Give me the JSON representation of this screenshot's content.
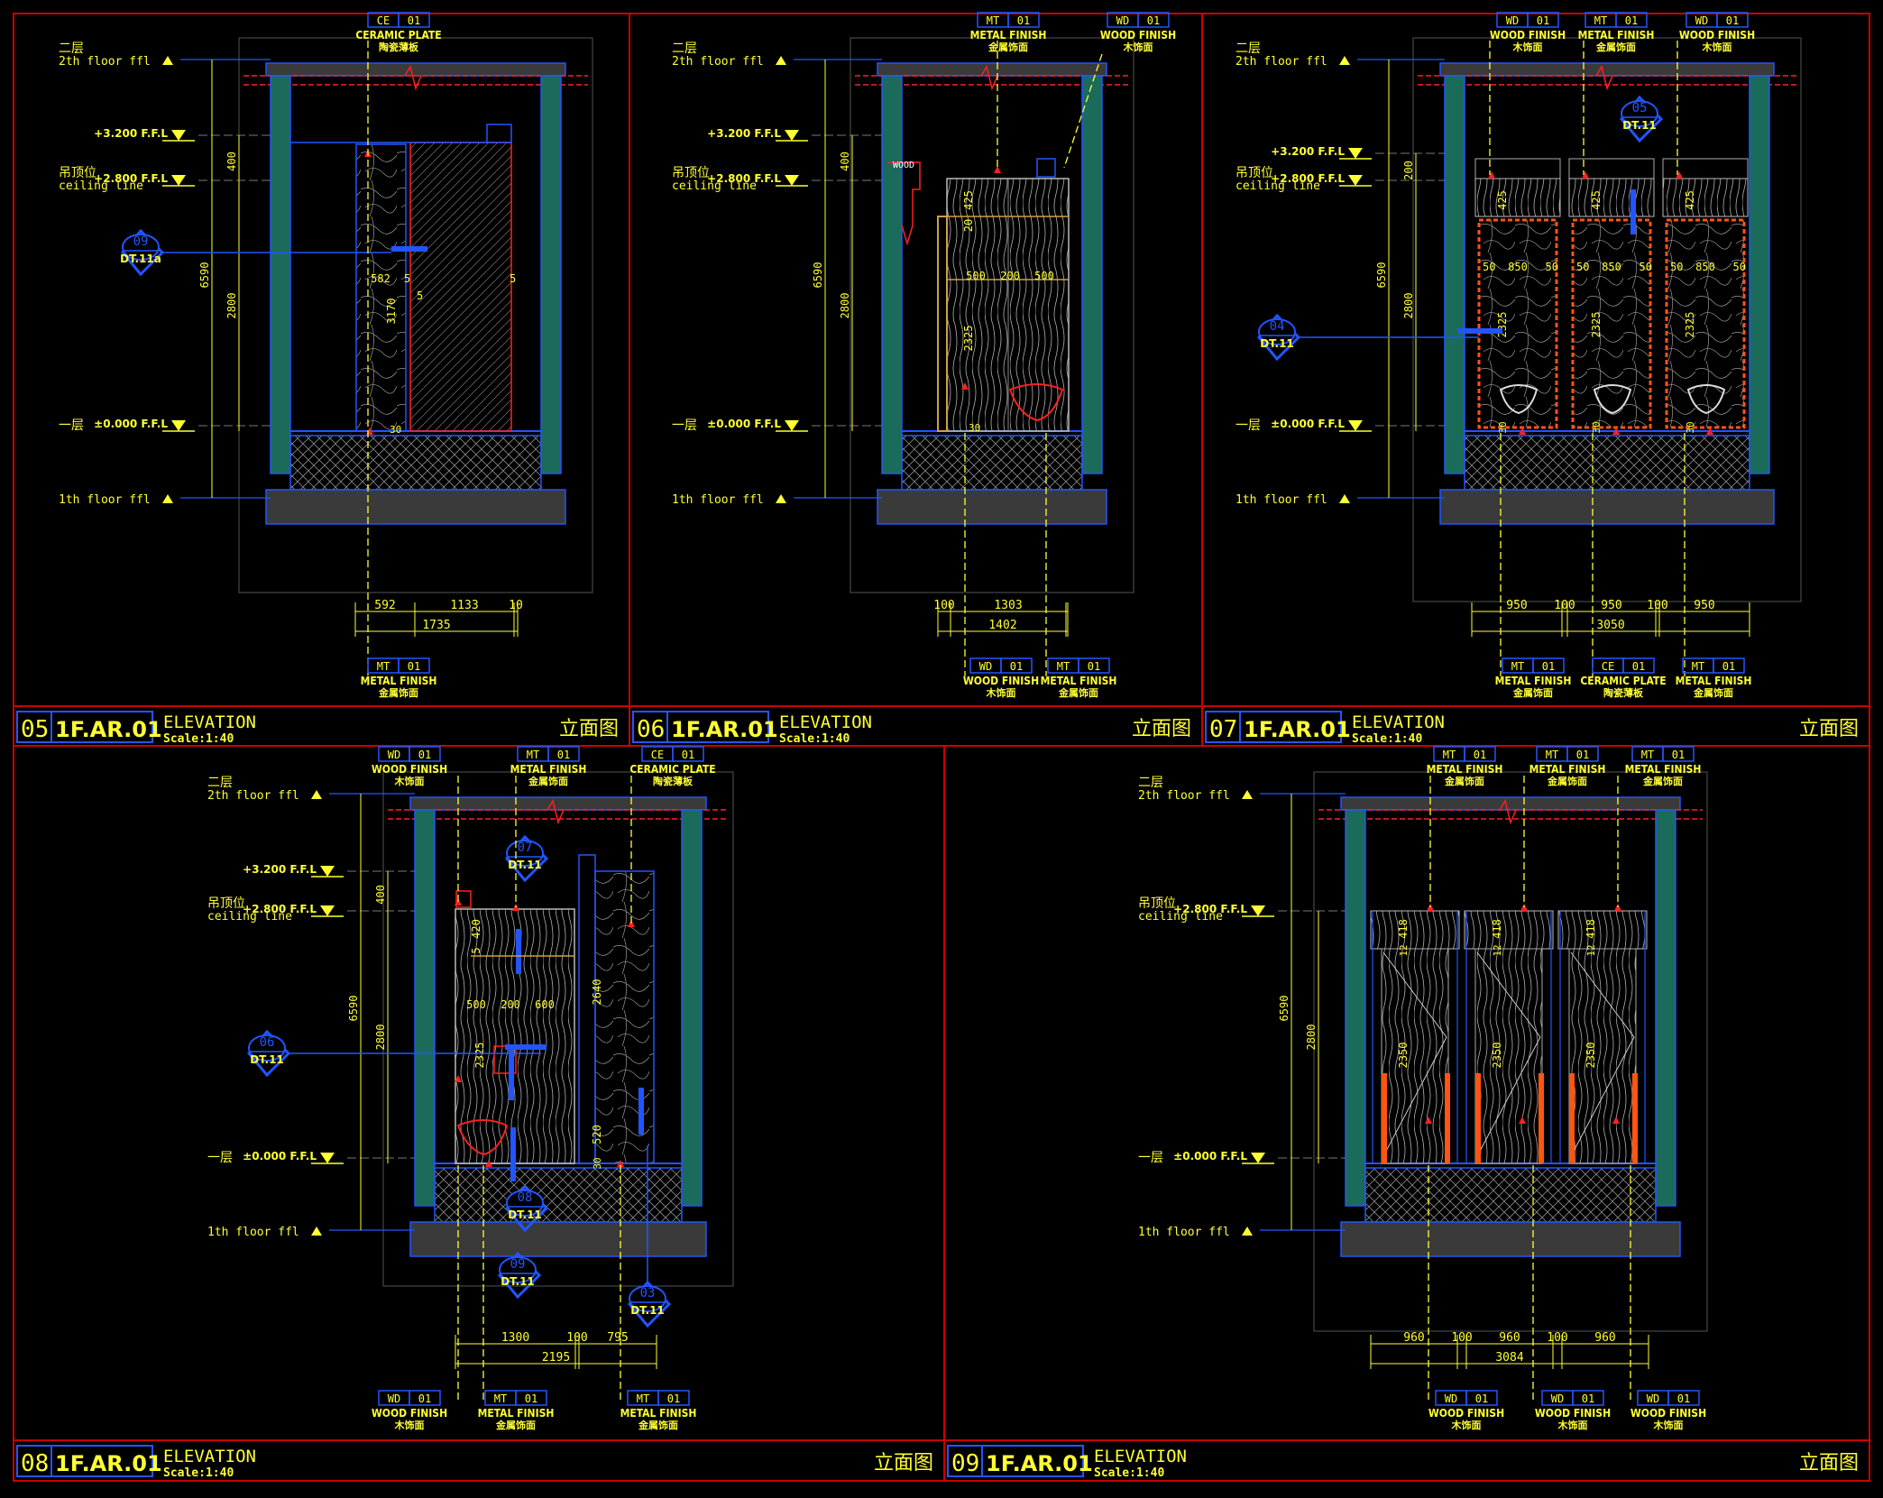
{
  "colors": {
    "background": "#000000",
    "frame": "#cc0000",
    "text": "#ffff33",
    "wall": "#1a6b5a",
    "structure": "#2255ff",
    "slab": "#3a3a3a",
    "marker": "#ff2020",
    "panel_edge": "#ff5511"
  },
  "common": {
    "level_2f_cn": "二层",
    "level_2f_en": "2th floor ffl",
    "level_1f_cn": "一层",
    "level_1f_en": "1th floor ffl",
    "ceiling_cn": "吊顶位",
    "ceiling_en": "ceiling line",
    "title_en": "ELEVATION",
    "scale": "Scale:1:40",
    "title_cn": "立面图"
  },
  "panels": [
    {
      "id": "05",
      "code": "1F.AR.01",
      "top_tags": [
        {
          "tag": "CE",
          "num": "01",
          "en": "CERAMIC PLATE",
          "cn": "陶瓷薄板"
        }
      ],
      "bottom_tags": [
        {
          "tag": "MT",
          "num": "01",
          "en": "METAL FINISH",
          "cn": "金属饰面"
        }
      ],
      "level_marks": [
        "+3.200 F.F.L",
        "+2.800 F.F.L",
        "±0.000 F.F.L"
      ],
      "dims_vertical": [
        "400",
        "6590",
        "2800",
        "3170"
      ],
      "dims_inner": [
        "582",
        "5",
        "5",
        "5"
      ],
      "dims_bottom": [
        "592",
        "1133",
        "10"
      ],
      "dim_total": "1735",
      "callouts": [
        {
          "id": "09",
          "ref": "DT.11a"
        }
      ],
      "small_marks": [
        "30"
      ]
    },
    {
      "id": "06",
      "code": "1F.AR.01",
      "top_tags": [
        {
          "tag": "MT",
          "num": "01",
          "en": "METAL FINISH",
          "cn": "金属饰面"
        },
        {
          "tag": "WD",
          "num": "01",
          "en": "WOOD FINISH",
          "cn": "木饰面"
        }
      ],
      "bottom_tags": [
        {
          "tag": "WD",
          "num": "01",
          "en": "WOOD FINISH",
          "cn": "木饰面"
        },
        {
          "tag": "MT",
          "num": "01",
          "en": "METAL FINISH",
          "cn": "金属饰面"
        }
      ],
      "level_marks": [
        "+3.200 F.F.L",
        "+2.800 F.F.L",
        "±0.000 F.F.L"
      ],
      "dims_vertical": [
        "400",
        "6590",
        "2800"
      ],
      "dims_inner": [
        "425",
        "20",
        "500",
        "200",
        "500",
        "2325",
        "30"
      ],
      "dims_bottom": [
        "100",
        "1303"
      ],
      "dim_total": "1402",
      "callouts": [],
      "small_marks": [
        "WOOD"
      ]
    },
    {
      "id": "07",
      "code": "1F.AR.01",
      "top_tags": [
        {
          "tag": "WD",
          "num": "01",
          "en": "WOOD FINISH",
          "cn": "木饰面"
        },
        {
          "tag": "MT",
          "num": "01",
          "en": "METAL FINISH",
          "cn": "金属饰面"
        },
        {
          "tag": "WD",
          "num": "01",
          "en": "WOOD FINISH",
          "cn": "木饰面"
        }
      ],
      "bottom_tags": [
        {
          "tag": "MT",
          "num": "01",
          "en": "METAL FINISH",
          "cn": "金属饰面"
        },
        {
          "tag": "CE",
          "num": "01",
          "en": "CERAMIC PLATE",
          "cn": "陶瓷薄板"
        },
        {
          "tag": "MT",
          "num": "01",
          "en": "METAL FINISH",
          "cn": "金属饰面"
        }
      ],
      "level_marks": [
        "+3.200 F.F.L",
        "+2.800 F.F.L",
        "±0.000 F.F.L"
      ],
      "dims_vertical": [
        "200",
        "6590",
        "2800"
      ],
      "dims_inner": [
        "425",
        "50",
        "850",
        "50",
        "2325",
        "30"
      ],
      "dims_bottom": [
        "950",
        "100",
        "950",
        "100",
        "950"
      ],
      "dim_total": "3050",
      "callouts": [
        {
          "id": "05",
          "ref": "DT.11"
        },
        {
          "id": "04",
          "ref": "DT.11"
        }
      ],
      "small_marks": []
    },
    {
      "id": "08",
      "code": "1F.AR.01",
      "top_tags": [
        {
          "tag": "WD",
          "num": "01",
          "en": "WOOD FINISH",
          "cn": "木饰面"
        },
        {
          "tag": "MT",
          "num": "01",
          "en": "METAL FINISH",
          "cn": "金属饰面"
        },
        {
          "tag": "CE",
          "num": "01",
          "en": "CERAMIC PLATE",
          "cn": "陶瓷薄板"
        }
      ],
      "bottom_tags": [
        {
          "tag": "WD",
          "num": "01",
          "en": "WOOD FINISH",
          "cn": "木饰面"
        },
        {
          "tag": "MT",
          "num": "01",
          "en": "METAL FINISH",
          "cn": "金属饰面"
        },
        {
          "tag": "MT",
          "num": "01",
          "en": "METAL FINISH",
          "cn": "金属饰面"
        }
      ],
      "level_marks": [
        "+3.200 F.F.L",
        "+2.800 F.F.L",
        "±0.000 F.F.L"
      ],
      "dims_vertical": [
        "400",
        "6590",
        "2800"
      ],
      "dims_inner": [
        "420",
        "5",
        "500",
        "200",
        "600",
        "2325",
        "2640",
        "520",
        "30"
      ],
      "dims_bottom": [
        "1300",
        "100",
        "795"
      ],
      "dim_total": "2195",
      "callouts": [
        {
          "id": "07",
          "ref": "DT.11"
        },
        {
          "id": "06",
          "ref": "DT.11"
        },
        {
          "id": "08",
          "ref": "DT.11"
        },
        {
          "id": "09",
          "ref": "DT.11"
        },
        {
          "id": "03",
          "ref": "DT.11"
        }
      ],
      "small_marks": []
    },
    {
      "id": "09",
      "code": "1F.AR.01",
      "top_tags": [
        {
          "tag": "MT",
          "num": "01",
          "en": "METAL FINISH",
          "cn": "金属饰面"
        },
        {
          "tag": "MT",
          "num": "01",
          "en": "METAL FINISH",
          "cn": "金属饰面"
        },
        {
          "tag": "MT",
          "num": "01",
          "en": "METAL FINISH",
          "cn": "金属饰面"
        }
      ],
      "bottom_tags": [
        {
          "tag": "WD",
          "num": "01",
          "en": "WOOD FINISH",
          "cn": "木饰面"
        },
        {
          "tag": "WD",
          "num": "01",
          "en": "WOOD FINISH",
          "cn": "木饰面"
        },
        {
          "tag": "WD",
          "num": "01",
          "en": "WOOD FINISH",
          "cn": "木饰面"
        }
      ],
      "level_marks": [
        "+2.800 F.F.L",
        "±0.000 F.F.L"
      ],
      "dims_vertical": [
        "6590",
        "2800"
      ],
      "dims_inner": [
        "418",
        "12",
        "2350"
      ],
      "dims_bottom": [
        "960",
        "100",
        "960",
        "100",
        "960"
      ],
      "dim_total": "3084",
      "callouts": [],
      "small_marks": []
    }
  ]
}
